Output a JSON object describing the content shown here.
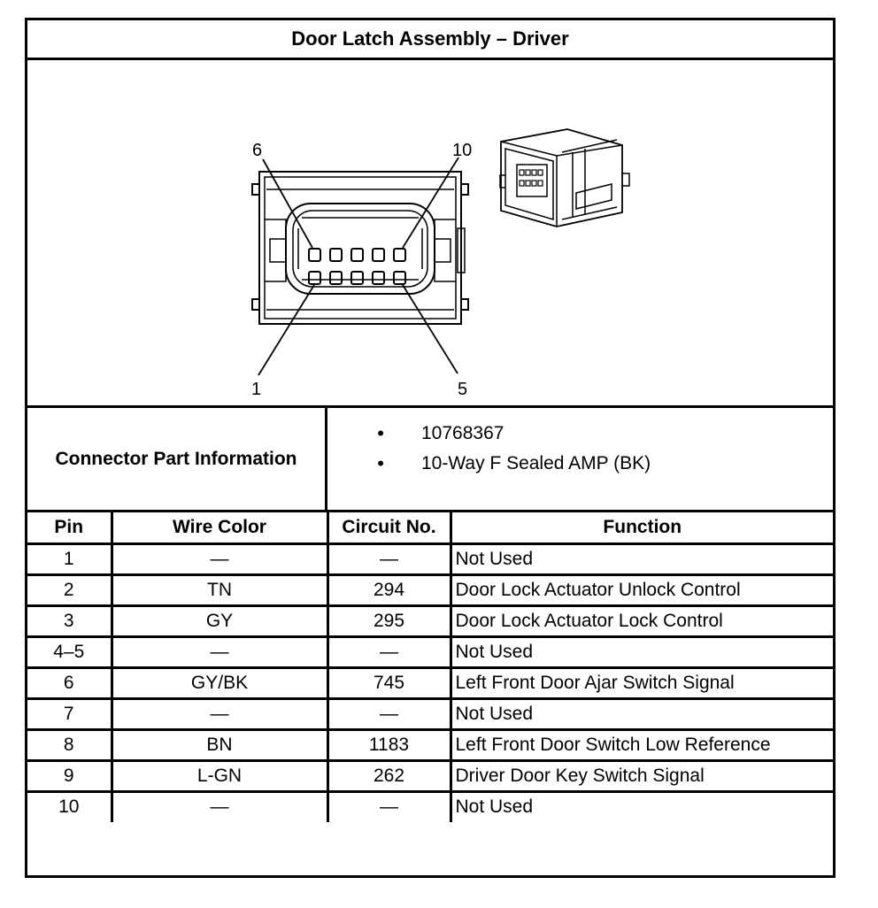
{
  "title": "Door Latch Assembly – Driver",
  "diagram": {
    "pin_labels": {
      "top_left": "6",
      "top_right": "10",
      "bottom_left": "1",
      "bottom_right": "5"
    }
  },
  "connector": {
    "label": "Connector Part Information",
    "info": [
      "10768367",
      "10-Way F Sealed AMP (BK)"
    ],
    "bullet": "•"
  },
  "table": {
    "headers": {
      "pin": "Pin",
      "wire_color": "Wire Color",
      "circuit": "Circuit No.",
      "function": "Function"
    },
    "rows": [
      {
        "pin": "1",
        "wire_color": "—",
        "circuit": "—",
        "function": "Not Used"
      },
      {
        "pin": "2",
        "wire_color": "TN",
        "circuit": "294",
        "function": "Door Lock Actuator Unlock Control"
      },
      {
        "pin": "3",
        "wire_color": "GY",
        "circuit": "295",
        "function": "Door Lock Actuator Lock Control"
      },
      {
        "pin": "4–5",
        "wire_color": "—",
        "circuit": "—",
        "function": "Not Used"
      },
      {
        "pin": "6",
        "wire_color": "GY/BK",
        "circuit": "745",
        "function": "Left Front Door Ajar Switch Signal"
      },
      {
        "pin": "7",
        "wire_color": "—",
        "circuit": "—",
        "function": "Not Used"
      },
      {
        "pin": "8",
        "wire_color": "BN",
        "circuit": "1183",
        "function": "Left Front Door Switch Low Reference"
      },
      {
        "pin": "9",
        "wire_color": "L-GN",
        "circuit": "262",
        "function": "Driver Door Key Switch Signal"
      },
      {
        "pin": "10",
        "wire_color": "—",
        "circuit": "—",
        "function": "Not Used"
      }
    ]
  }
}
